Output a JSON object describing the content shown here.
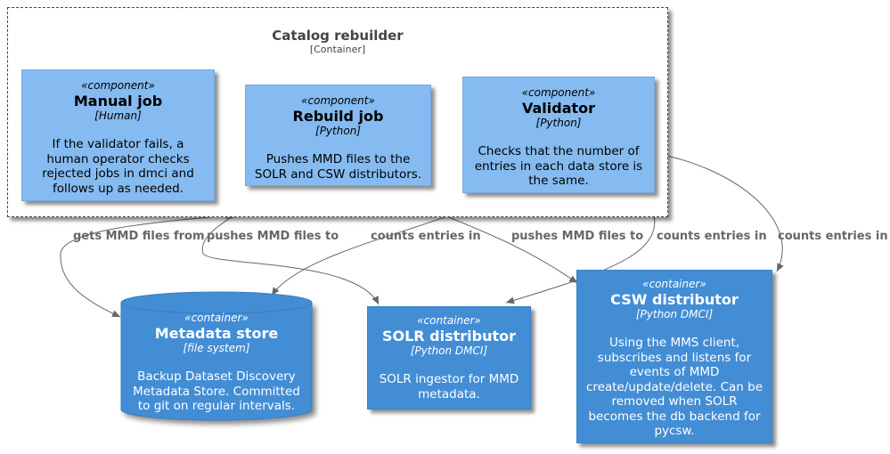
{
  "boundary": {
    "title": "Catalog rebuilder",
    "subtitle": "[Container]"
  },
  "components": {
    "manual_job": {
      "stereotype": "«component»",
      "name": "Manual job",
      "tech": "[Human]",
      "description": "If the validator fails, a human operator checks rejected jobs in dmci and follows up as needed."
    },
    "rebuild_job": {
      "stereotype": "«component»",
      "name": "Rebuild job",
      "tech": "[Python]",
      "description": "Pushes MMD files to the SOLR and CSW distributors."
    },
    "validator": {
      "stereotype": "«component»",
      "name": "Validator",
      "tech": "[Python]",
      "description": "Checks that the number of entries in each data store is the same."
    }
  },
  "containers": {
    "metadata_store": {
      "stereotype": "«container»",
      "name": "Metadata store",
      "tech": "[file system]",
      "description": "Backup Dataset Discovery Metadata Store. Committed to git on regular intervals."
    },
    "solr_distributor": {
      "stereotype": "«container»",
      "name": "SOLR distributor",
      "tech": "[Python DMCI]",
      "description": "SOLR ingestor for MMD metadata."
    },
    "csw_distributor": {
      "stereotype": "«container»",
      "name": "CSW distributor",
      "tech": "[Python DMCI]",
      "description": "Using the MMS client, subscribes and listens for events of MMD create/update/delete. Can be removed when SOLR becomes the db backend for pycsw."
    }
  },
  "edges": [
    {
      "label": "gets MMD files from"
    },
    {
      "label": "pushes MMD files to"
    },
    {
      "label": "counts entries in"
    },
    {
      "label": "pushes MMD files to"
    },
    {
      "label": "counts entries in"
    },
    {
      "label": "counts entries in"
    }
  ],
  "colors": {
    "component": "#85BBF0",
    "container": "#438DD5",
    "arrow": "#666666"
  }
}
